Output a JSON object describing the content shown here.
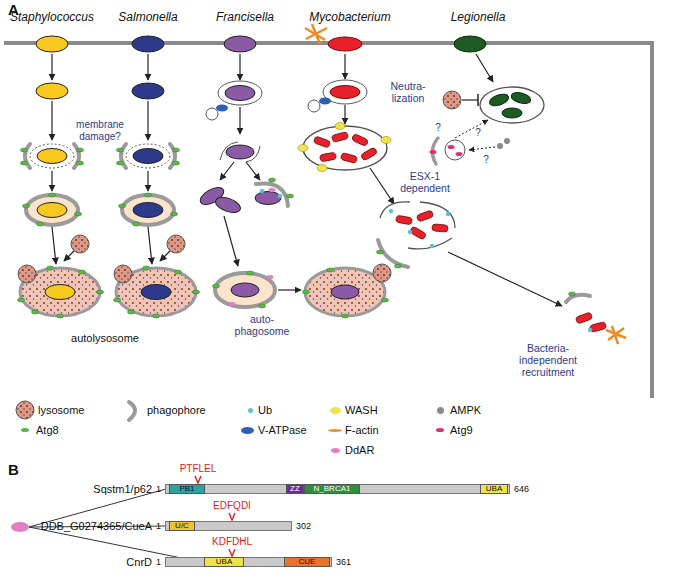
{
  "diagram": {
    "nodes": [
      {
        "text": [
          "Sqstm1/p62"
        ]
      },
      {
        "text": [
          "PB1"
        ],
        "in": 0
      },
      {
        "text": [
          "ZZ"
        ],
        "in": 0
      },
      {
        "text": [
          "N_BRCA1"
        ],
        "in": 0
      },
      {
        "text": [
          "UBA"
        ],
        "in": 0
      },
      {
        "text": [
          "DDB_G0274365/CueA"
        ]
      },
      {
        "text": [
          "U/C"
        ],
        "in": 5
      },
      {
        "text": [
          "CnrD"
        ]
      },
      {
        "text": [
          "UBA"
        ],
        "in": 7
      },
      {
        "text": [
          "CUE"
        ],
        "in": 7
      }
    ],
    "labels": [
      "A",
      "Staphylococcus",
      "Salmonella",
      "Francisella",
      "Mycobacterium",
      "Legionella",
      "membrane damage?",
      "autolysosome",
      "auto- phagosome",
      "Neutra- lization",
      "ESX-1 dependent",
      "Bacteria- independent recruitment",
      "?",
      "?",
      "?",
      "B",
      "1",
      "646",
      "PTFLEL",
      "1",
      "302",
      "EDFQDI",
      "1",
      "361",
      "KDFDHL"
    ],
    "legend": [
      {
        "text": "lysosome"
      },
      {
        "text": "phagophore"
      },
      {
        "text": "Ub",
        "color": "#5bc0de"
      },
      {
        "text": "WASH",
        "color": "#f1e44a"
      },
      {
        "text": "AMPK",
        "color": "#8a8a8a"
      },
      {
        "text": "Atg8",
        "color": "#5cb84a"
      },
      {
        "text": "V-ATPase",
        "color": "#2f5fb3"
      },
      {
        "text": "F-actin",
        "color": "#f08a24"
      },
      {
        "text": "Atg9",
        "color": "#e0307a"
      },
      {
        "text": "DdAR",
        "color": "#e27fc0"
      }
    ]
  }
}
